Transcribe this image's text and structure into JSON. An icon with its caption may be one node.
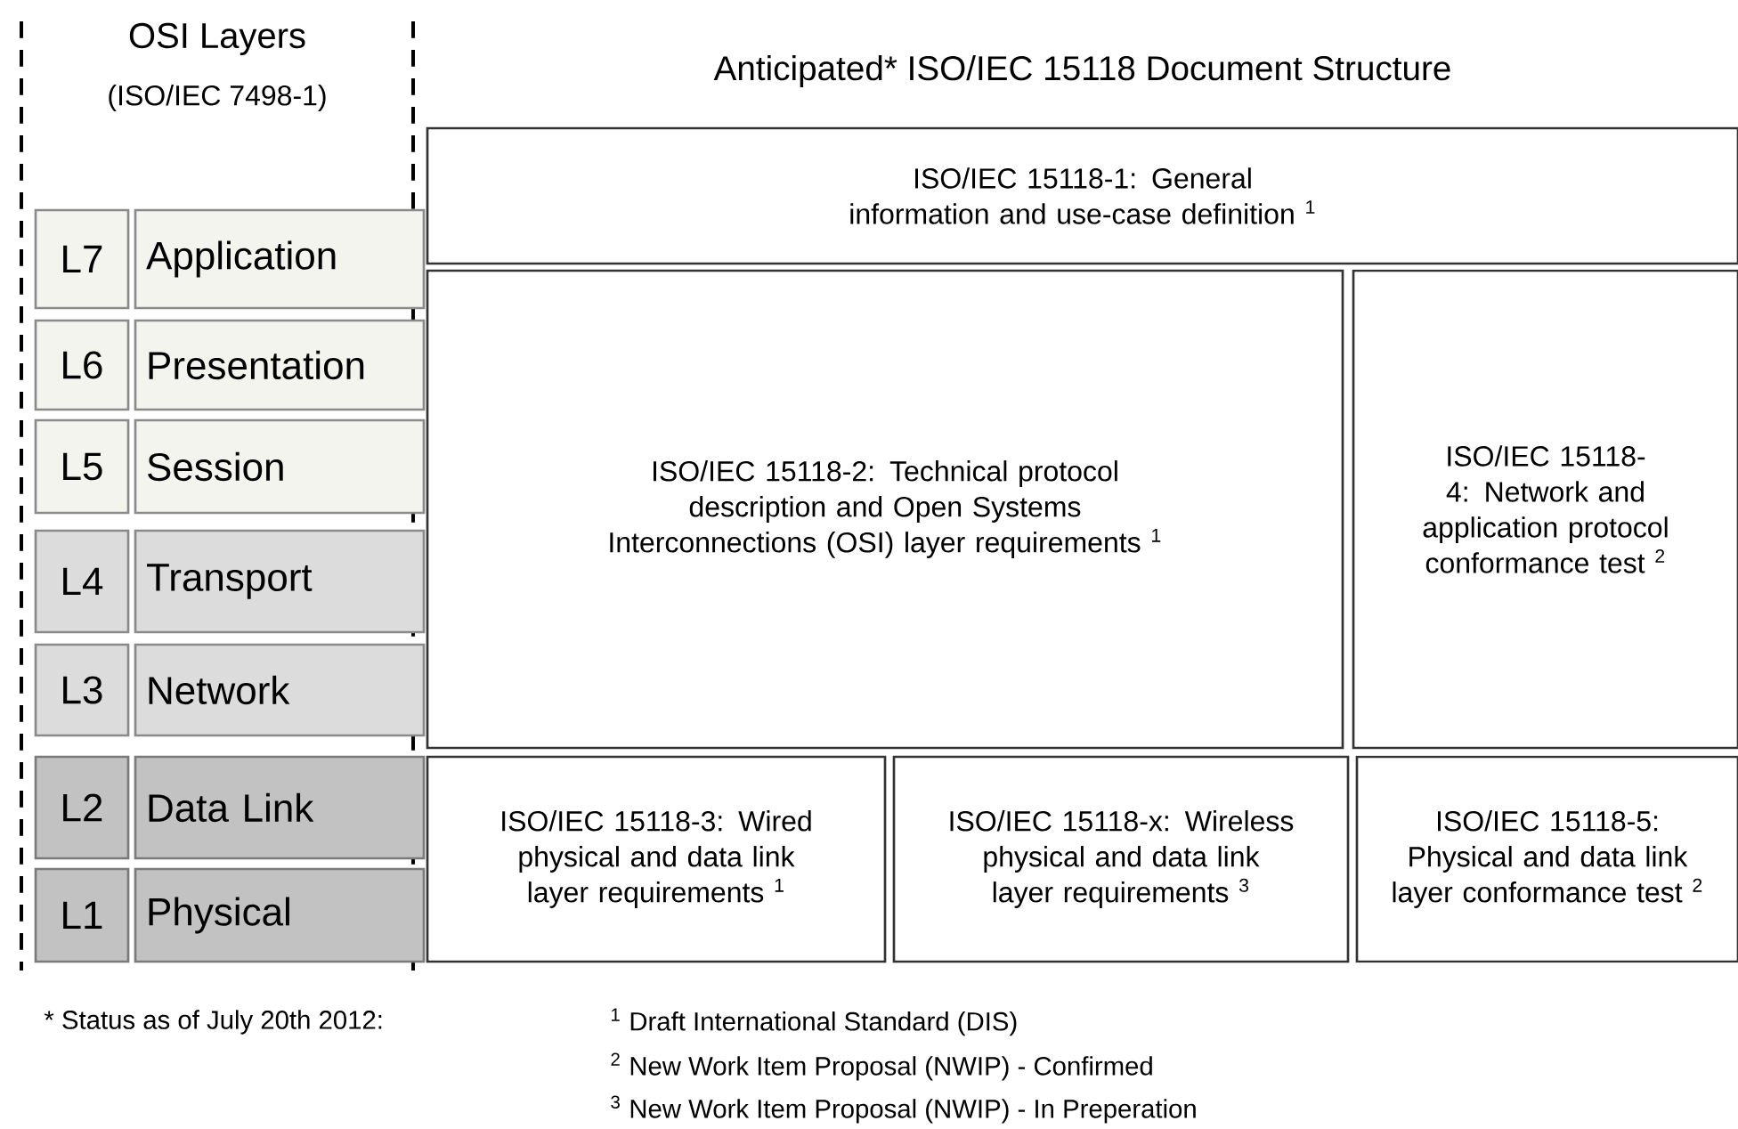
{
  "diagram": {
    "title": "Anticipated* ISO/IEC 15118 Document Structure",
    "nodes": [
      {
        "text": [
          "L7"
        ]
      },
      {
        "text": [
          "Application"
        ]
      },
      {
        "text": [
          "L6"
        ]
      },
      {
        "text": [
          "Presentation"
        ]
      },
      {
        "text": [
          "L5"
        ]
      },
      {
        "text": [
          "Session"
        ]
      },
      {
        "text": [
          "L4"
        ]
      },
      {
        "text": [
          "Transport"
        ]
      },
      {
        "text": [
          "L3"
        ]
      },
      {
        "text": [
          "Network"
        ]
      },
      {
        "text": [
          "L2"
        ]
      },
      {
        "text": [
          "Data Link"
        ]
      },
      {
        "text": [
          "L1"
        ]
      },
      {
        "text": [
          "Physical"
        ]
      },
      {
        "text": [
          "ISO/IEC 15118-1: General information and use-case definition $^{1}$"
        ]
      },
      {
        "text": [
          "ISO/IEC 15118-2: Technical protocol description and Open Systems Interconnections (OSI) layer requirements $^{1}$"
        ]
      },
      {
        "text": [
          "ISO/IEC 15118-4: Network and application protocol conformance test $^{2}$"
        ]
      },
      {
        "text": [
          "ISO/IEC 15118-3: Wired physical and data link layer requirements $^{1}$"
        ]
      },
      {
        "text": [
          "ISO/IEC 15118-x: Wireless physical and data link layer requirements $^{3}$"
        ]
      },
      {
        "text": [
          "ISO/IEC 15118-5: Physical and data link layer conformance test $^{2}$"
        ]
      }
    ],
    "labels": [
      "OSI Layers",
      "(ISO/IEC 7498-1)",
      "* Status as of July 20th 2012:",
      "$^{1}$ Draft International Standard (DIS)",
      "$^{2}$ New Work Item Proposal (NWIP) - Confirmed",
      "$^{3}$ New Work Item Proposal (NWIP) - In Preperation"
    ]
  }
}
